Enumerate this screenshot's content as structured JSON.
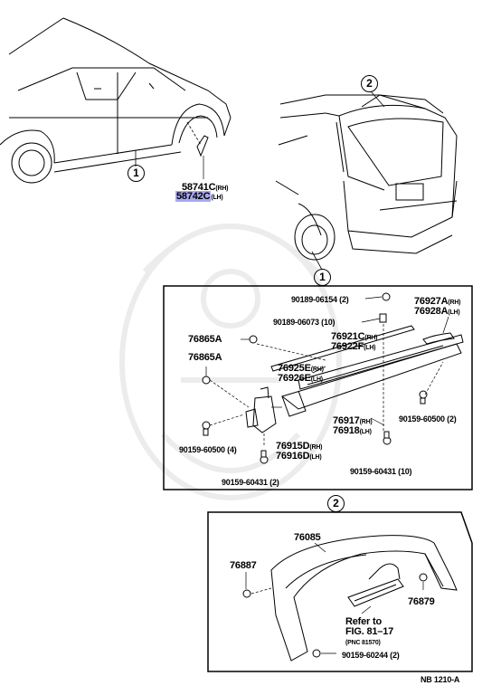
{
  "callouts": {
    "c1a": "1",
    "c1b": "1",
    "c2a": "2",
    "c2b": "2"
  },
  "labels": {
    "p58741": "58741C",
    "p58741_side": "(RH)",
    "p58742": "58742C",
    "p58742_side": "(LH)",
    "p90189_06154": "90189-06154 (2)",
    "p90189_06073": "90189-06073 (10)",
    "p76927": "76927A",
    "p76927_side": "(RH)",
    "p76928": "76928A",
    "p76928_side": "(LH)",
    "p76865a_1": "76865A",
    "p76865a_2": "76865A",
    "p76921": "76921C",
    "p76921_side": "(RH)",
    "p76922": "76922F",
    "p76922_side": "(LH)",
    "p76925": "76925E",
    "p76925_side": "(RH)",
    "p76926": "76926E",
    "p76926_side": "(LH)",
    "p76917": "76917",
    "p76917_side": "(RH)",
    "p76918": "76918",
    "p76918_side": "(LH)",
    "p90159_60500_2": "90159-60500 (2)",
    "p90159_60500_4": "90159-60500 (4)",
    "p76915": "76915D",
    "p76915_side": "(RH)",
    "p76916": "76916D",
    "p76916_side": "(LH)",
    "p90159_60431_10": "90159-60431 (10)",
    "p90159_60431_2": "90159-60431 (2)",
    "p76085": "76085",
    "p76887": "76887",
    "p76879": "76879",
    "refer_to": "Refer to",
    "fig_ref": "FIG. 81–17",
    "pnc_ref": "(PNC 81570)",
    "p90159_60244": "90159-60244 (2)",
    "figure_id": "NB 1210-A"
  },
  "colors": {
    "highlight": "#a9a9f0",
    "line": "#000000",
    "watermark": "#ececec"
  }
}
